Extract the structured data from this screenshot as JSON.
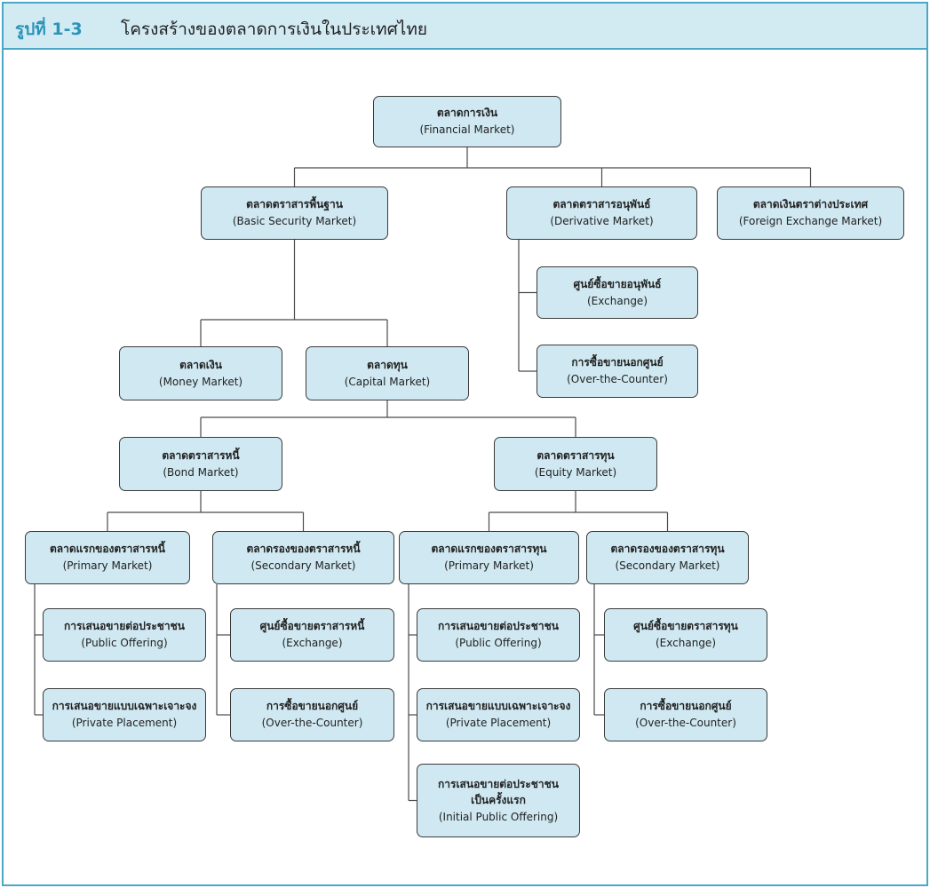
{
  "header": {
    "figure_label": "รูปที่ 1-3",
    "figure_title": "โครงสร้างของตลาดการเงินในประเทศไทย"
  },
  "colors": {
    "accent": "#4aa7c6",
    "header_bg": "#d2ebf3",
    "node_fill": "#cfe8f1",
    "line": "#4a4a4a"
  },
  "nodes": [
    {
      "id": "financial-market",
      "lines": [
        "ตลาดการเงิน",
        "(Financial Market)"
      ]
    },
    {
      "id": "basic-security-market",
      "lines": [
        "ตลาดตราสารพื้นฐาน",
        "(Basic Security Market)"
      ]
    },
    {
      "id": "derivative-market",
      "lines": [
        "ตลาดตราสารอนุพันธ์",
        "(Derivative Market)"
      ]
    },
    {
      "id": "foreign-exchange-market",
      "lines": [
        "ตลาดเงินตราต่างประเทศ",
        "(Foreign Exchange Market)"
      ]
    },
    {
      "id": "derivative-exchange",
      "lines": [
        "ศูนย์ซื้อขายอนุพันธ์",
        "(Exchange)"
      ]
    },
    {
      "id": "derivative-otc",
      "lines": [
        "การซื้อขายนอกศูนย์",
        "(Over-the-Counter)"
      ]
    },
    {
      "id": "money-market",
      "lines": [
        "ตลาดเงิน",
        "(Money Market)"
      ]
    },
    {
      "id": "capital-market",
      "lines": [
        "ตลาดทุน",
        "(Capital Market)"
      ]
    },
    {
      "id": "bond-market",
      "lines": [
        "ตลาดตราสารหนี้",
        "(Bond Market)"
      ]
    },
    {
      "id": "equity-market",
      "lines": [
        "ตลาดตราสารทุน",
        "(Equity Market)"
      ]
    },
    {
      "id": "bond-primary-market",
      "lines": [
        "ตลาดแรกของตราสารหนี้",
        "(Primary Market)"
      ]
    },
    {
      "id": "bond-secondary-market",
      "lines": [
        "ตลาดรองของตราสารหนี้",
        "(Secondary Market)"
      ]
    },
    {
      "id": "equity-primary-market",
      "lines": [
        "ตลาดแรกของตราสารทุน",
        "(Primary Market)"
      ]
    },
    {
      "id": "equity-secondary-market",
      "lines": [
        "ตลาดรองของตราสารทุน",
        "(Secondary Market)"
      ]
    },
    {
      "id": "bond-public-offering",
      "lines": [
        "การเสนอขายต่อประชาชน",
        "(Public Offering)"
      ]
    },
    {
      "id": "bond-private-placement",
      "lines": [
        "การเสนอขายแบบเฉพาะเจาะจง",
        "(Private Placement)"
      ]
    },
    {
      "id": "bond-exchange",
      "lines": [
        "ศูนย์ซื้อขายตราสารหนี้",
        "(Exchange)"
      ]
    },
    {
      "id": "bond-otc",
      "lines": [
        "การซื้อขายนอกศูนย์",
        "(Over-the-Counter)"
      ]
    },
    {
      "id": "equity-public-offering",
      "lines": [
        "การเสนอขายต่อประชาชน",
        "(Public Offering)"
      ]
    },
    {
      "id": "equity-private-placement",
      "lines": [
        "การเสนอขายแบบเฉพาะเจาะจง",
        "(Private Placement)"
      ]
    },
    {
      "id": "equity-ipo",
      "lines": [
        "การเสนอขายต่อประชาชน",
        "เป็นครั้งแรก",
        "(Initial Public Offering)"
      ]
    },
    {
      "id": "equity-exchange",
      "lines": [
        "ศูนย์ซื้อขายตราสารทุน",
        "(Exchange)"
      ]
    },
    {
      "id": "equity-otc",
      "lines": [
        "การซื้อขายนอกศูนย์",
        "(Over-the-Counter)"
      ]
    }
  ],
  "edges": [
    [
      "financial-market",
      "basic-security-market"
    ],
    [
      "financial-market",
      "derivative-market"
    ],
    [
      "financial-market",
      "foreign-exchange-market"
    ],
    [
      "derivative-market",
      "derivative-exchange"
    ],
    [
      "derivative-market",
      "derivative-otc"
    ],
    [
      "basic-security-market",
      "money-market"
    ],
    [
      "basic-security-market",
      "capital-market"
    ],
    [
      "capital-market",
      "bond-market"
    ],
    [
      "capital-market",
      "equity-market"
    ],
    [
      "bond-market",
      "bond-primary-market"
    ],
    [
      "bond-market",
      "bond-secondary-market"
    ],
    [
      "equity-market",
      "equity-primary-market"
    ],
    [
      "equity-market",
      "equity-secondary-market"
    ],
    [
      "bond-primary-market",
      "bond-public-offering"
    ],
    [
      "bond-primary-market",
      "bond-private-placement"
    ],
    [
      "bond-secondary-market",
      "bond-exchange"
    ],
    [
      "bond-secondary-market",
      "bond-otc"
    ],
    [
      "equity-primary-market",
      "equity-public-offering"
    ],
    [
      "equity-primary-market",
      "equity-private-placement"
    ],
    [
      "equity-primary-market",
      "equity-ipo"
    ],
    [
      "equity-secondary-market",
      "equity-exchange"
    ],
    [
      "equity-secondary-market",
      "equity-otc"
    ]
  ]
}
